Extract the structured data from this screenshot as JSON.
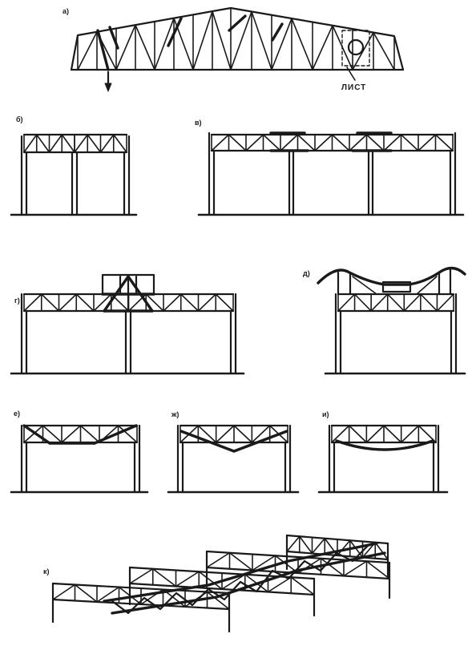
{
  "labels": {
    "a": "а)",
    "b": "б)",
    "v": "в)",
    "g": "г)",
    "d": "д)",
    "e": "е)",
    "zh": "ж)",
    "i": "и)",
    "k": "к)"
  },
  "callouts": {
    "sheet": "ЛИСТ"
  }
}
